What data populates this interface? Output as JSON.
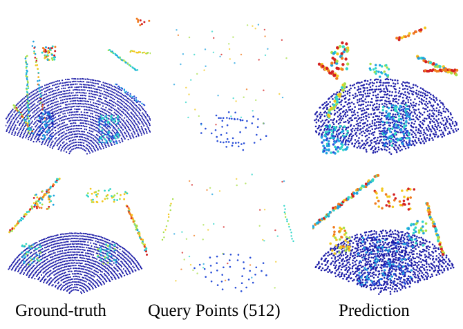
{
  "figure": {
    "captions": {
      "ground_truth": "Ground-truth",
      "query_points": "Query Points (512)",
      "prediction": "Prediction"
    },
    "colormap": [
      "#1f1fa8",
      "#2a4fd8",
      "#1fa3e0",
      "#2fd6c8",
      "#a8e04a",
      "#f2c81e",
      "#f07b1e",
      "#d42020"
    ],
    "rows": [
      {
        "scene": "scene-1",
        "panels": [
          "ground-truth",
          "query-points",
          "prediction"
        ]
      },
      {
        "scene": "scene-2",
        "panels": [
          "ground-truth",
          "query-points",
          "prediction"
        ]
      }
    ]
  }
}
